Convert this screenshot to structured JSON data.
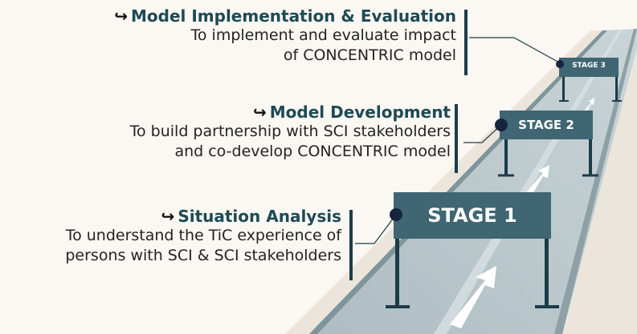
{
  "stages": [
    {
      "id": "stage3",
      "sign_label": "STAGE 3",
      "heading": "Model Implementation & Evaluation",
      "description_lines": [
        "To implement and evaluate impact",
        "of CONCENTRIC model"
      ]
    },
    {
      "id": "stage2",
      "sign_label": "STAGE 2",
      "heading": "Model Development",
      "description_lines": [
        "To build partnership with SCI stakeholders",
        "and co-develop CONCENTRIC model"
      ]
    },
    {
      "id": "stage1",
      "sign_label": "STAGE 1",
      "heading": "Situation Analysis",
      "description_lines": [
        "To understand the TiC experience of",
        "persons with SCI & SCI stakeholders"
      ]
    }
  ],
  "colors": {
    "heading": "#1d4a55",
    "sign": "#3f6672",
    "road": "#b6c4c8",
    "dot": "#16243d"
  }
}
